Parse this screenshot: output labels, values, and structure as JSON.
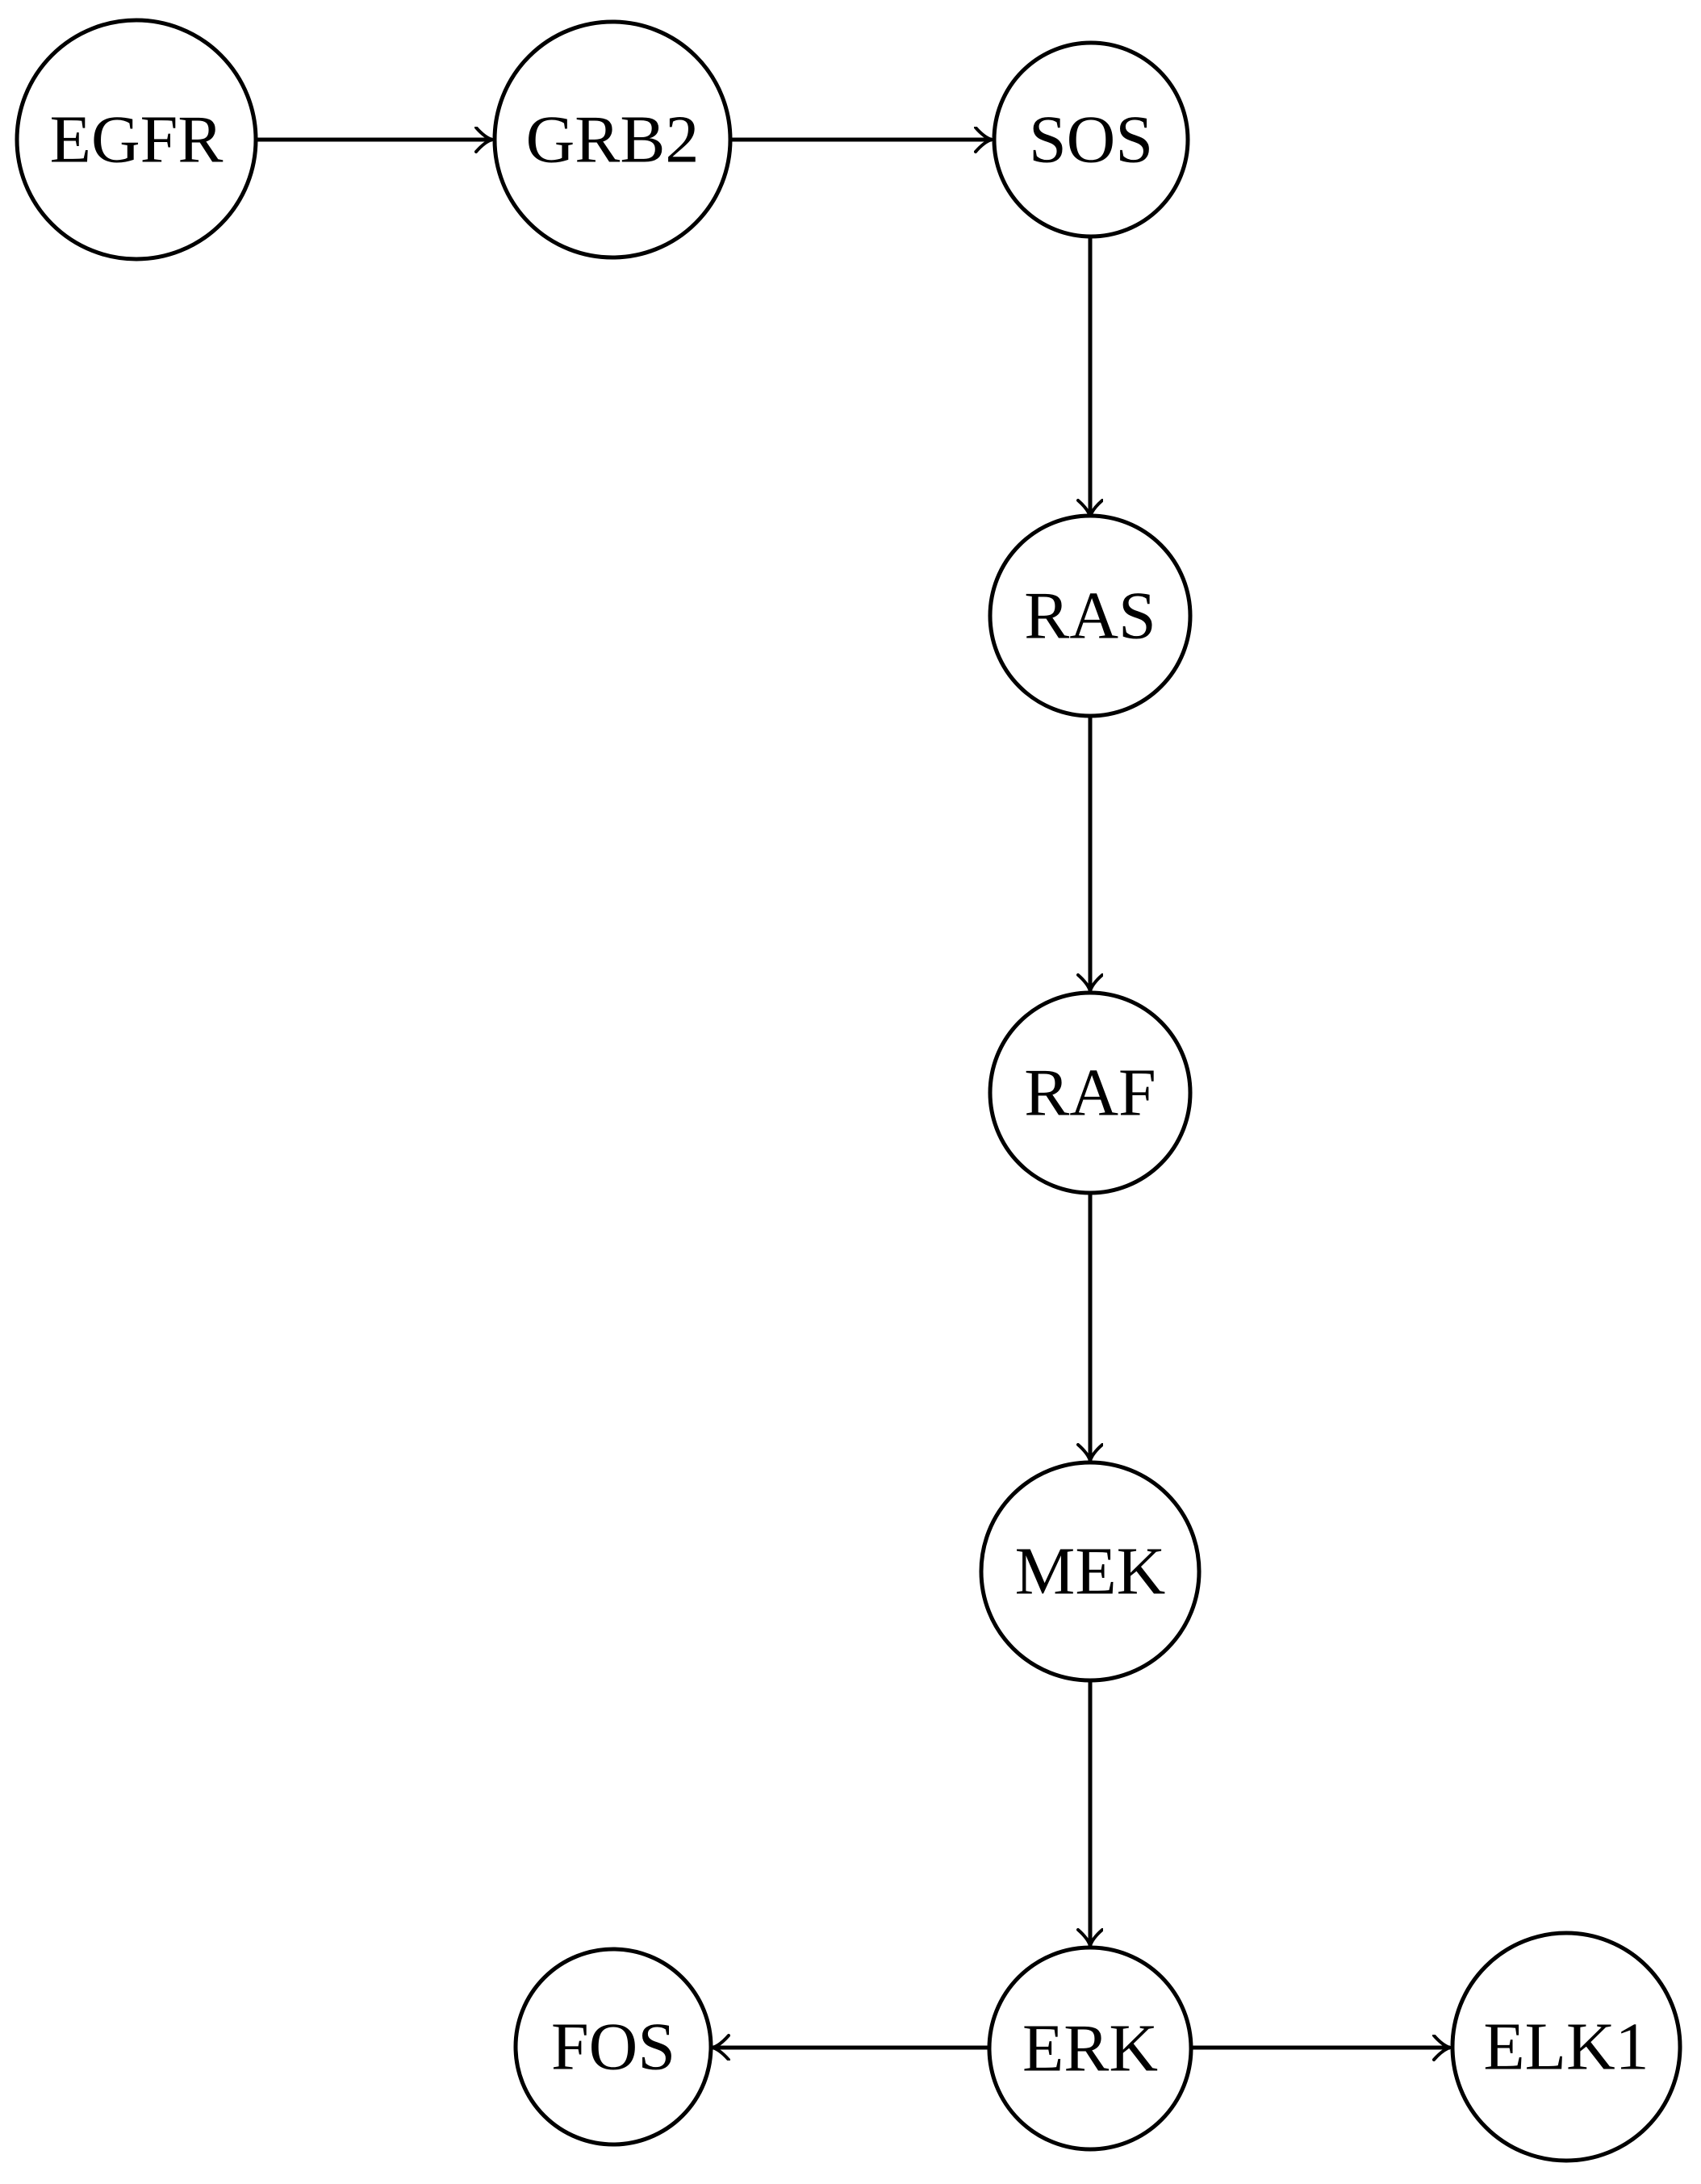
{
  "diagram": {
    "type": "directed-graph",
    "description": "Signaling pathway node-link diagram, black strokes on white background",
    "colors": {
      "background": "#ffffff",
      "node_fill": "#ffffff",
      "node_stroke": "#000000",
      "edge_stroke": "#000000",
      "label_text": "#000000"
    }
  },
  "nodes": [
    {
      "id": "egfr",
      "label": "EGFR"
    },
    {
      "id": "grb2",
      "label": "GRB2"
    },
    {
      "id": "sos",
      "label": "SOS"
    },
    {
      "id": "ras",
      "label": "RAS"
    },
    {
      "id": "raf",
      "label": "RAF"
    },
    {
      "id": "mek",
      "label": "MEK"
    },
    {
      "id": "erk",
      "label": "ERK"
    },
    {
      "id": "fos",
      "label": "FOS"
    },
    {
      "id": "elk1",
      "label": "ELK1"
    }
  ],
  "edges": [
    {
      "from": "EGFR",
      "to": "GRB2"
    },
    {
      "from": "GRB2",
      "to": "SOS"
    },
    {
      "from": "SOS",
      "to": "RAS"
    },
    {
      "from": "RAS",
      "to": "RAF"
    },
    {
      "from": "RAF",
      "to": "MEK"
    },
    {
      "from": "MEK",
      "to": "ERK"
    },
    {
      "from": "ERK",
      "to": "FOS"
    },
    {
      "from": "ERK",
      "to": "ELK1"
    }
  ]
}
